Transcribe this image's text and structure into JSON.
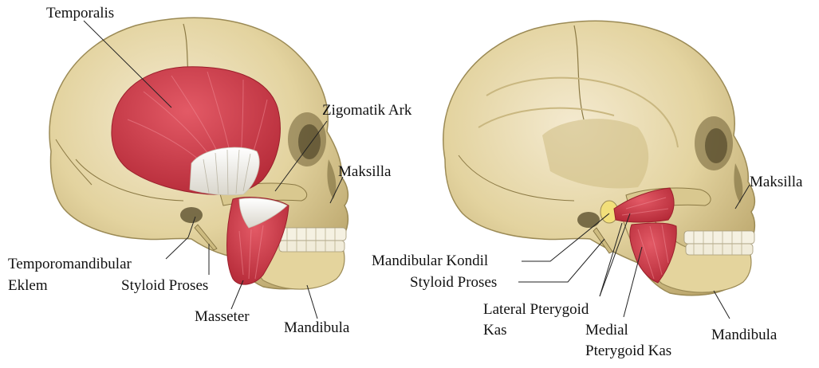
{
  "colors": {
    "background": "#ffffff",
    "bone": "#e6d7a4",
    "bone_shadow": "#b8a66d",
    "bone_dark": "#8c7a45",
    "muscle": "#d8404e",
    "muscle_dark": "#a8222f",
    "tendon": "#f1efe9",
    "teeth": "#f5f1e2",
    "leader_line": "#222222"
  },
  "left_figure": {
    "labels": {
      "temporalis": "Temporalis",
      "zigomatik_ark": "Zigomatik Ark",
      "maksilla": "Maksilla",
      "temporomandibular": "Temporomandibular",
      "eklem": "Eklem",
      "styloid_proses": "Styloid Proses",
      "masseter": "Masseter",
      "mandibula": "Mandibula"
    }
  },
  "right_figure": {
    "labels": {
      "maksilla": "Maksilla",
      "mandibular_kondil": "Mandibular Kondil",
      "styloid_proses": "Styloid Proses",
      "lateral_pterygoid": "Lateral Pterygoid",
      "kas": "Kas",
      "medial": "Medial",
      "pterygoid_kas": "Pterygoid Kas",
      "mandibula": "Mandibula"
    }
  }
}
